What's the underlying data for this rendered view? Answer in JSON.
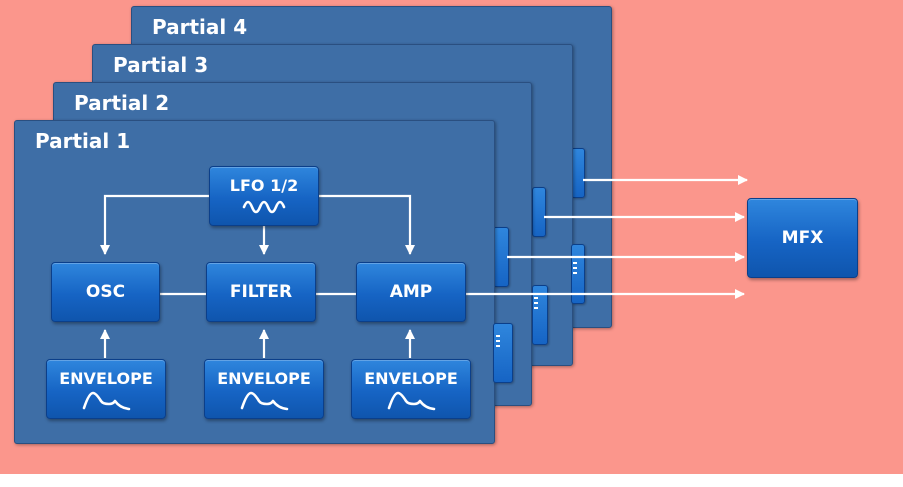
{
  "partials": [
    {
      "title": "Partial 4"
    },
    {
      "title": "Partial 3"
    },
    {
      "title": "Partial 2"
    },
    {
      "title": "Partial 1"
    }
  ],
  "blocks": {
    "lfo": "LFO 1/2",
    "osc": "OSC",
    "filter": "FILTER",
    "amp": "AMP",
    "envelope": "ENVELOPE",
    "mfx": "MFX"
  },
  "colors": {
    "background": "#fb968c",
    "panel": "#3e6ea6",
    "block": "#1664c4",
    "line": "#ffffff"
  }
}
